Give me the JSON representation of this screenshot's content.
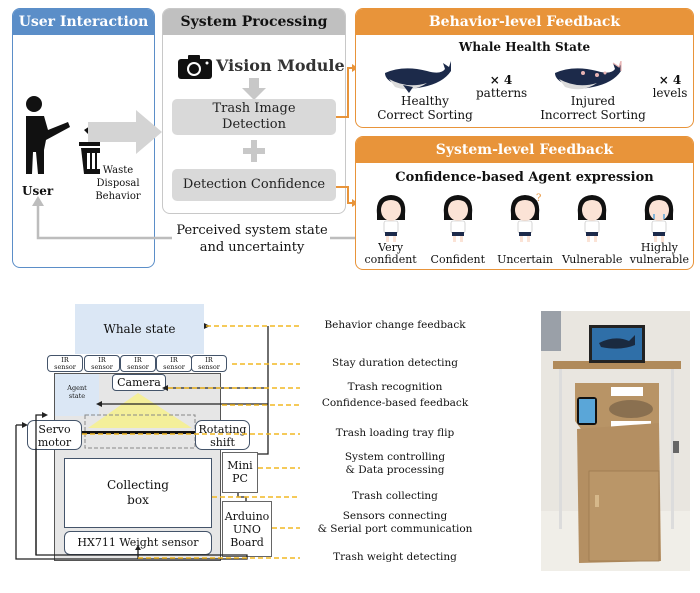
{
  "top": {
    "user_interaction": {
      "title": "User Interaction",
      "user_label": "User",
      "behavior_label_1": "Waste",
      "behavior_label_2": "Disposal",
      "behavior_label_3": "Behavior",
      "color": "#5b8ec8"
    },
    "system_processing": {
      "title": "System Processing",
      "vision_module": "Vision Module",
      "trash_detection_1": "Trash Image",
      "trash_detection_2": "Detection",
      "detection_confidence": "Detection Confidence",
      "plus": "+",
      "color": "#c0c0c0"
    },
    "feedback_loop": {
      "line_1": "Perceived system state",
      "line_2": "and uncertainty"
    },
    "behavior_feedback": {
      "title": "Behavior-level Feedback",
      "subtitle": "Whale Health State",
      "healthy_1": "Healthy",
      "healthy_2": "Correct Sorting",
      "injured_1": "Injured",
      "injured_2": "Incorrect Sorting",
      "mult_1": "× 4",
      "mult_1_unit": "patterns",
      "mult_2": "× 4",
      "mult_2_unit": "levels",
      "color": "#e8943a"
    },
    "system_feedback": {
      "title": "System-level Feedback",
      "subtitle": "Confidence-based Agent expression",
      "agents": [
        {
          "l1": "Very",
          "l2": "confident"
        },
        {
          "l1": "",
          "l2": "Confident"
        },
        {
          "l1": "",
          "l2": "Uncertain"
        },
        {
          "l1": "",
          "l2": "Vulnerable"
        },
        {
          "l1": "Highly",
          "l2": "vulnerable"
        }
      ],
      "color": "#e8943a"
    }
  },
  "hardware": {
    "whale_state": "Whale state",
    "ir_sensor_l1": "IR",
    "ir_sensor_l2": "sensor",
    "camera": "Camera",
    "agent_state_l1": "Agent",
    "agent_state_l2": "state",
    "servo_l1": "Servo",
    "servo_l2": "motor",
    "rotating_l1": "Rotating",
    "rotating_l2": "shift",
    "collecting_l1": "Collecting",
    "collecting_l2": "box",
    "weight_sensor": "HX711 Weight sensor",
    "mini_pc_l1": "Mini",
    "mini_pc_l2": "PC",
    "arduino_l1": "Arduino",
    "arduino_l2": "UNO",
    "arduino_l3": "Board",
    "functions": [
      {
        "l1": "Behavior change feedback",
        "l2": ""
      },
      {
        "l1": "Stay duration detecting",
        "l2": ""
      },
      {
        "l1": "Trash recognition",
        "l2": ""
      },
      {
        "l1": "Confidence-based feedback",
        "l2": ""
      },
      {
        "l1": "Trash loading tray flip",
        "l2": ""
      },
      {
        "l1": "System controlling",
        "l2": "& Data processing"
      },
      {
        "l1": "Trash collecting",
        "l2": ""
      },
      {
        "l1": "Sensors connecting",
        "l2": "& Serial port communication"
      },
      {
        "l1": "Trash weight detecting",
        "l2": ""
      }
    ]
  },
  "photo": {
    "description": "photo-of-prototype-bin"
  }
}
